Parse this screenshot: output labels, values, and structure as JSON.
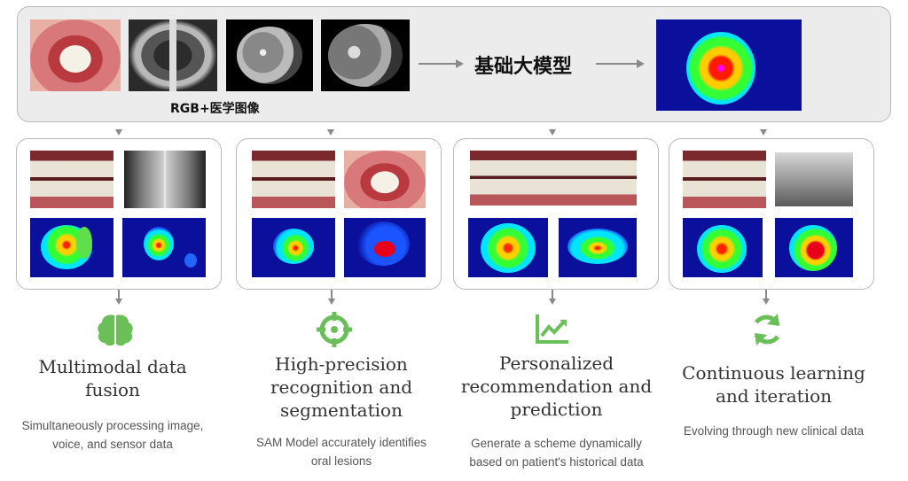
{
  "top": {
    "center_label": "基础大模型",
    "input_label": "RGB+医学图像"
  },
  "columns": [
    {
      "icon": "brain-icon",
      "title_lines": [
        "Multimodal data",
        "fusion"
      ],
      "desc_lines": [
        "Simultaneously processing image,",
        "voice, and sensor data"
      ]
    },
    {
      "icon": "crosshair-icon",
      "title_lines": [
        "High-precision",
        "recognition and",
        "segmentation"
      ],
      "desc_lines": [
        "SAM Model accurately identifies",
        "oral lesions"
      ]
    },
    {
      "icon": "trending-up-chart-icon",
      "title_lines": [
        "Personalized",
        "recommendation and",
        "prediction"
      ],
      "desc_lines": [
        "Generate a scheme dynamically",
        "based on patient's historical data"
      ]
    },
    {
      "icon": "refresh-sync-icon",
      "title_lines": [
        "Continuous learning",
        "and iteration"
      ],
      "desc_lines": [
        "Evolving through new clinical data"
      ]
    }
  ],
  "colors": {
    "accent_green": "#6bbf59",
    "heatmap_blue": "#0a0f9c",
    "panel_bg": "#ececec",
    "border": "#b9b9b9"
  }
}
